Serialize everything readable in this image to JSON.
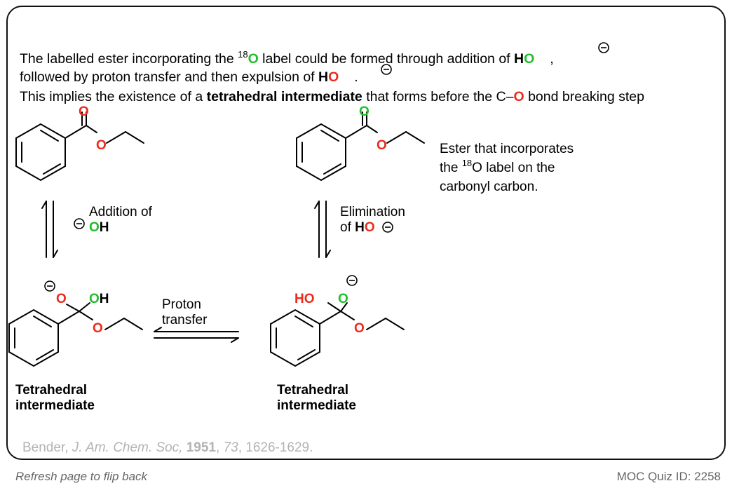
{
  "intro": {
    "line1_a": "The labelled ester incorporating the ",
    "sup18": "18",
    "O": "O",
    "line1_b": " label could be formed through addition of ",
    "H": "H",
    "comma": ",",
    "line2_a": "followed by proton transfer and then expulsion of ",
    "period": ".",
    "line3_a": "This implies the existence of a ",
    "line3_bold": "tetrahedral intermediate",
    "line3_b": " that forms before the C–",
    "line3_c": " bond breaking step"
  },
  "right_note": {
    "line1": "Ester that incorporates",
    "line2_a": "the ",
    "line2_b": "O label on the",
    "line3": "carbonyl carbon."
  },
  "steps": {
    "addition_line1": "Addition of",
    "addition_O": "O",
    "addition_H": "H",
    "elimination_line1": "Elimination",
    "elimination_of": "of ",
    "proton_line1": "Proton",
    "proton_line2": "transfer"
  },
  "intermediates": {
    "left_line1": "Tetrahedral",
    "left_line2": "intermediate",
    "right_line1": "Tetrahedral",
    "right_line2": "intermediate"
  },
  "atoms": {
    "O": "O",
    "OH": "OH",
    "HO": "HO"
  },
  "citation": {
    "authors": "Bender, ",
    "journal": "J. Am. Chem. Soc,",
    "year": " 1951",
    "sep1": ", ",
    "volume": "73",
    "pages": ", 1626-1629."
  },
  "footer": {
    "left": "Refresh page to flip back",
    "right": "MOC Quiz ID: 2258"
  },
  "colors": {
    "red": "#ec2a1c",
    "green": "#1fbf2a",
    "cite_gray": "#b3b3b3"
  }
}
